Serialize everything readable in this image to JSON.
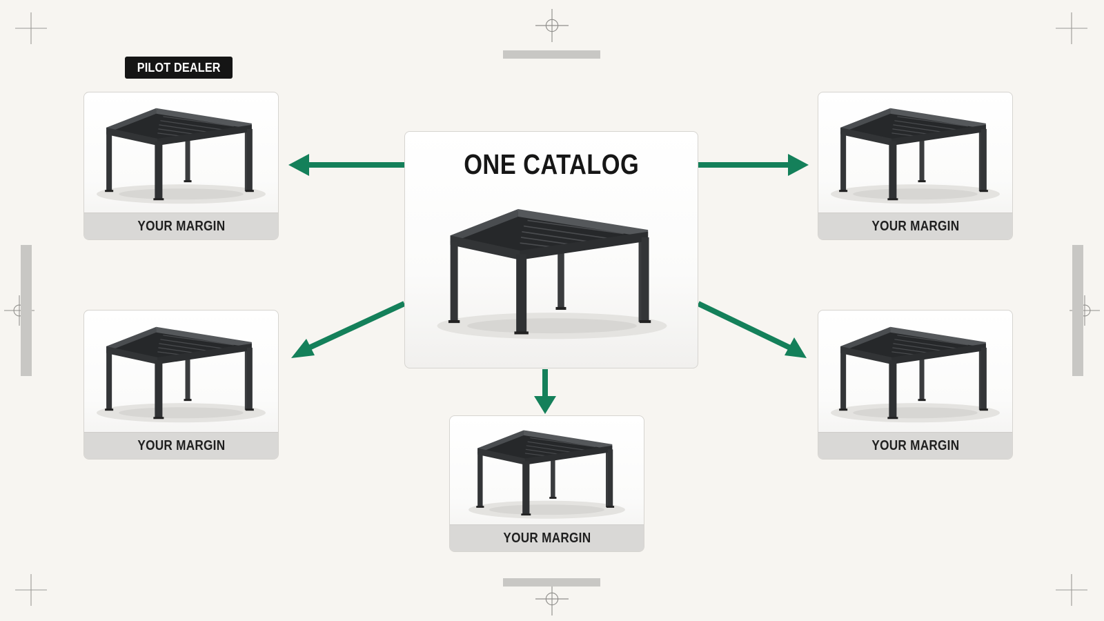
{
  "center": {
    "title": "ONE CATALOG"
  },
  "badge": {
    "label": "PILOT DEALER"
  },
  "dealers": [
    {
      "caption": "YOUR MARGIN"
    },
    {
      "caption": "YOUR MARGIN"
    },
    {
      "caption": "YOUR MARGIN"
    },
    {
      "caption": "YOUR MARGIN"
    },
    {
      "caption": "YOUR MARGIN"
    }
  ],
  "colors": {
    "arrow": "#14805a",
    "background": "#f7f5f1",
    "caption_band": "#d9d8d6",
    "badge": "#151515",
    "pergola": "#3a3c3e"
  },
  "icons": {
    "product": "pergola-icon",
    "corner_marks": "crosshair-icon",
    "registration": "registration-target-icon"
  }
}
